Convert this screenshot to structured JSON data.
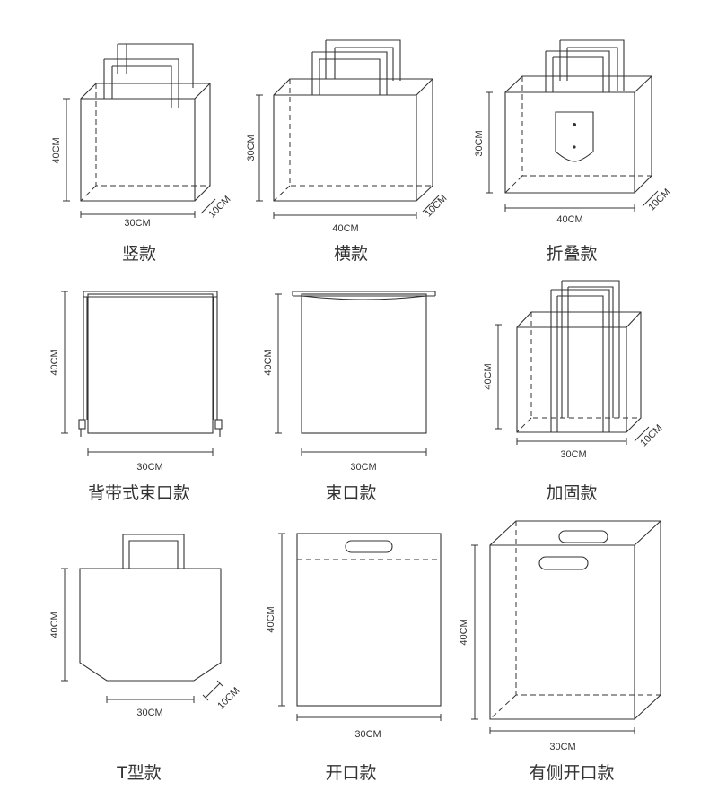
{
  "styles": [
    {
      "name": "竖款",
      "dims": [
        "40CM",
        "30CM",
        "10CM"
      ]
    },
    {
      "name": "横款",
      "dims": [
        "30CM",
        "40CM",
        "10CM"
      ]
    },
    {
      "name": "折叠款",
      "dims": [
        "30CM",
        "40CM",
        "10CM"
      ]
    },
    {
      "name": "背带式束口款",
      "dims": [
        "40CM",
        "30CM"
      ]
    },
    {
      "name": "束口款",
      "dims": [
        "40CM",
        "30CM"
      ]
    },
    {
      "name": "加固款",
      "dims": [
        "40CM",
        "30CM",
        "10CM"
      ]
    },
    {
      "name": "T型款",
      "dims": [
        "40CM",
        "30CM",
        "10CM"
      ]
    },
    {
      "name": "开口款",
      "dims": [
        "40CM",
        "30CM"
      ]
    },
    {
      "name": "有侧开口款",
      "dims": [
        "40CM",
        "30CM"
      ]
    }
  ]
}
